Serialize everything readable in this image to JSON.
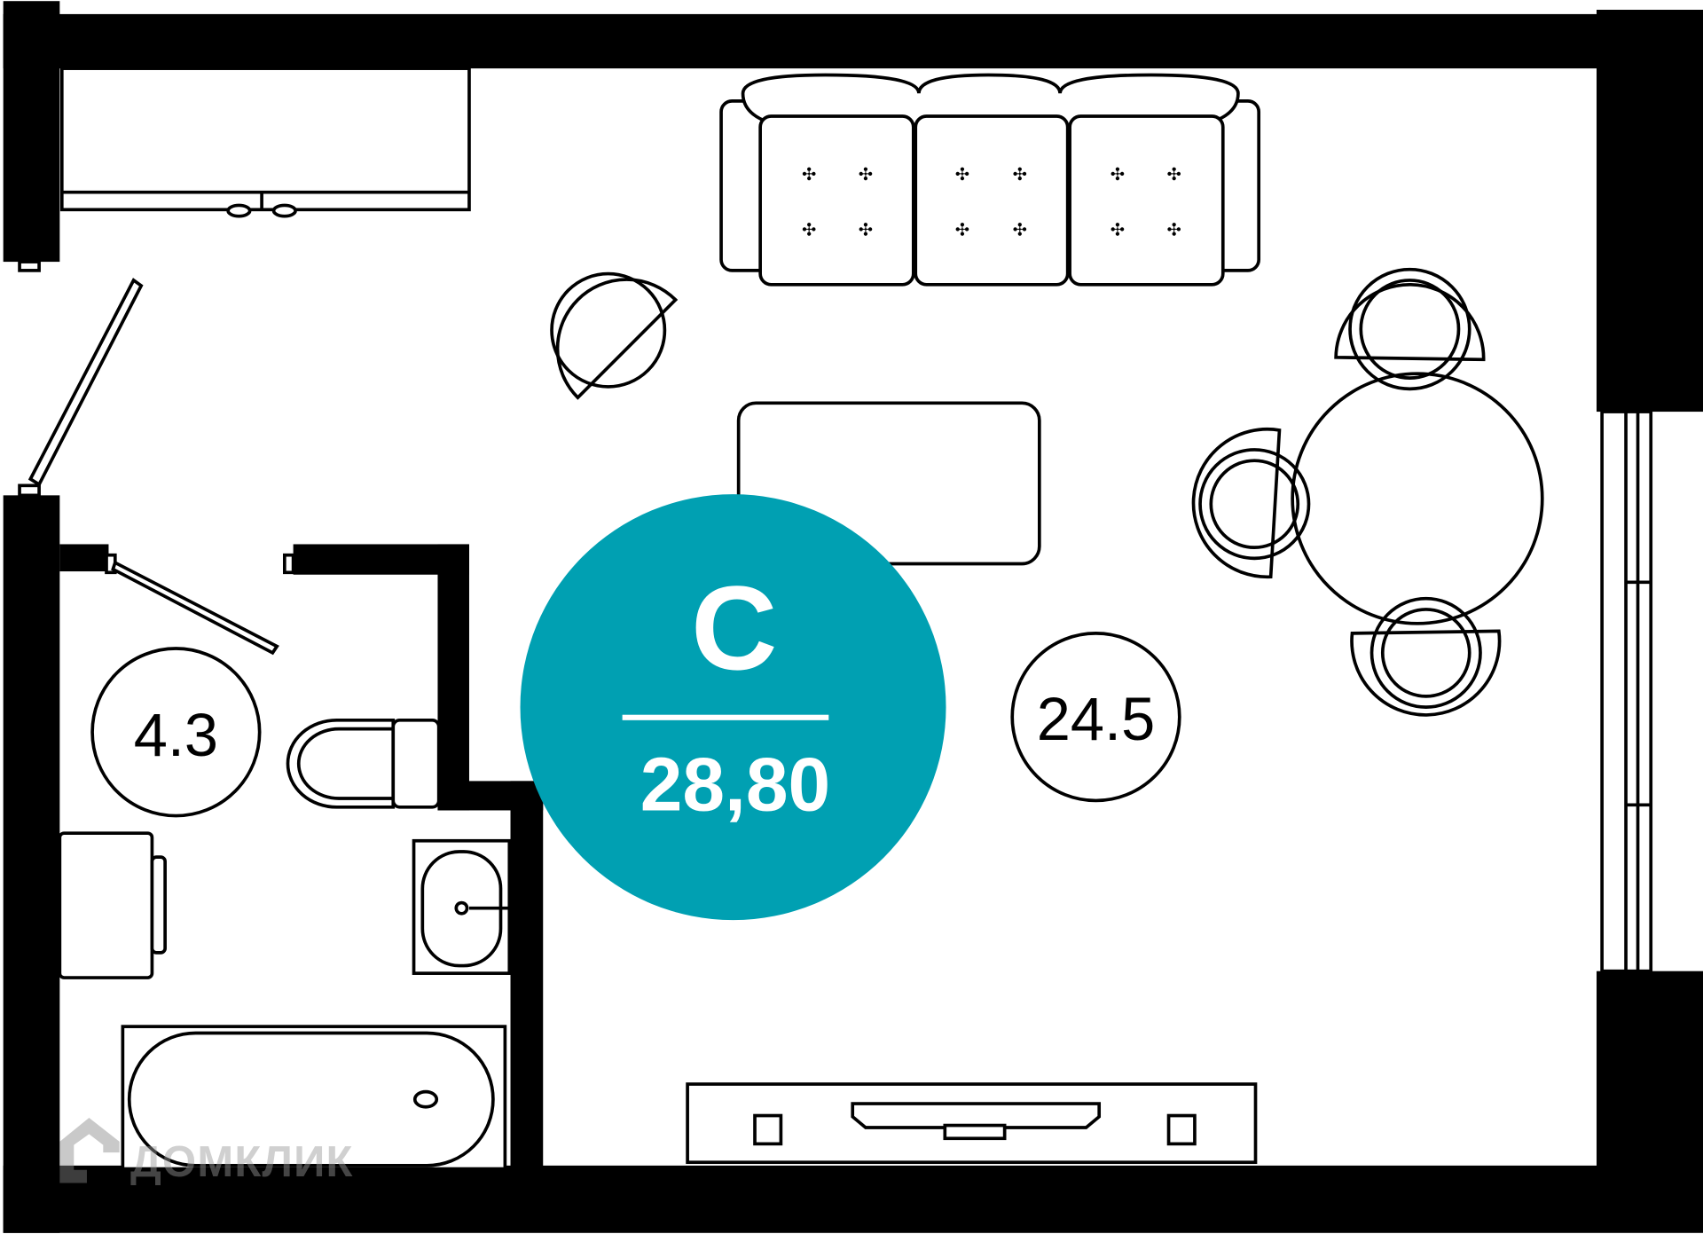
{
  "plan": {
    "type_letter": "С",
    "total_area": "28,80",
    "accent_color": "#00A0B2",
    "rooms": [
      {
        "name": "bathroom",
        "area": "4.3"
      },
      {
        "name": "living-room",
        "area": "24.5"
      }
    ],
    "watermark": "ДОМКЛИК"
  }
}
